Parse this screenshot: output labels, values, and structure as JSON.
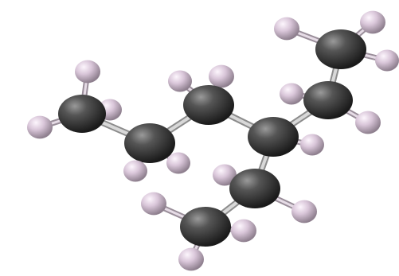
{
  "molecule": {
    "carbon_color": "#3c3c3c",
    "hydrogen_color": "#e4d4e4",
    "background_color": "#ffffff",
    "atom_counts": {
      "carbon": 8,
      "hydrogen": 18
    },
    "carbons": [
      {
        "id": "C1",
        "label": ""
      },
      {
        "id": "C2",
        "label": ""
      },
      {
        "id": "C3",
        "label": ""
      },
      {
        "id": "C4",
        "label": ""
      },
      {
        "id": "C5",
        "label": ""
      },
      {
        "id": "C6",
        "label": ""
      },
      {
        "id": "C7",
        "label": ""
      },
      {
        "id": "C8",
        "label": ""
      }
    ],
    "hydrogens": [
      {
        "id": "H1",
        "bonded_to": "C1"
      },
      {
        "id": "H2",
        "bonded_to": "C1"
      },
      {
        "id": "H3",
        "bonded_to": "C1"
      },
      {
        "id": "H4",
        "bonded_to": "C2"
      },
      {
        "id": "H5",
        "bonded_to": "C2"
      },
      {
        "id": "H6",
        "bonded_to": "C3"
      },
      {
        "id": "H7",
        "bonded_to": "C3"
      },
      {
        "id": "H8",
        "bonded_to": "C4"
      },
      {
        "id": "H9",
        "bonded_to": "C5"
      },
      {
        "id": "H10",
        "bonded_to": "C5"
      },
      {
        "id": "H11",
        "bonded_to": "C6"
      },
      {
        "id": "H12",
        "bonded_to": "C6"
      },
      {
        "id": "H13",
        "bonded_to": "C6"
      },
      {
        "id": "H14",
        "bonded_to": "C7"
      },
      {
        "id": "H15",
        "bonded_to": "C7"
      },
      {
        "id": "H16",
        "bonded_to": "C8"
      },
      {
        "id": "H17",
        "bonded_to": "C8"
      },
      {
        "id": "H18",
        "bonded_to": "C8"
      }
    ],
    "bonds": [
      [
        "C1",
        "C2"
      ],
      [
        "C2",
        "C3"
      ],
      [
        "C3",
        "C4"
      ],
      [
        "C4",
        "C5"
      ],
      [
        "C5",
        "C6"
      ],
      [
        "C4",
        "C7"
      ],
      [
        "C7",
        "C8"
      ]
    ]
  }
}
